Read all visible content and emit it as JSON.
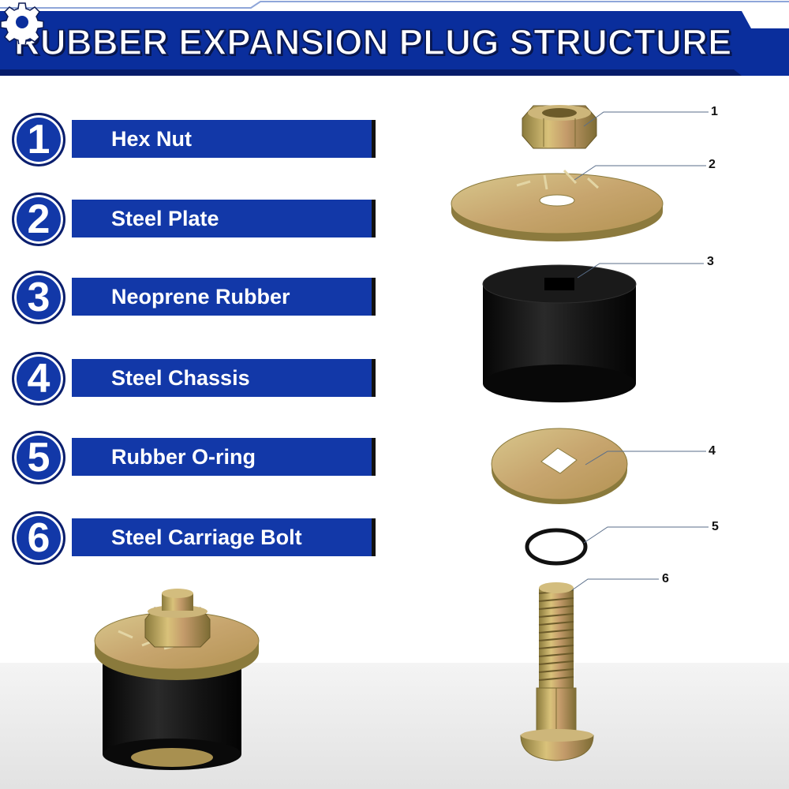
{
  "header": {
    "title": "RUBBER EXPANSION PLUG STRUCTURE",
    "icon": "gear-icon"
  },
  "colors": {
    "banner_blue": "#0a2e9c",
    "label_blue": "#1238a8",
    "brass": "#b89a52",
    "rubber": "#111111"
  },
  "items": [
    {
      "number": "1",
      "label": "Hex Nut"
    },
    {
      "number": "2",
      "label": "Steel Plate"
    },
    {
      "number": "3",
      "label": "Neoprene Rubber"
    },
    {
      "number": "4",
      "label": "Steel Chassis"
    },
    {
      "number": "5",
      "label": "Rubber O-ring"
    },
    {
      "number": "6",
      "label": "Steel Carriage Bolt"
    }
  ],
  "callouts": [
    "1",
    "2",
    "3",
    "4",
    "5",
    "6"
  ]
}
